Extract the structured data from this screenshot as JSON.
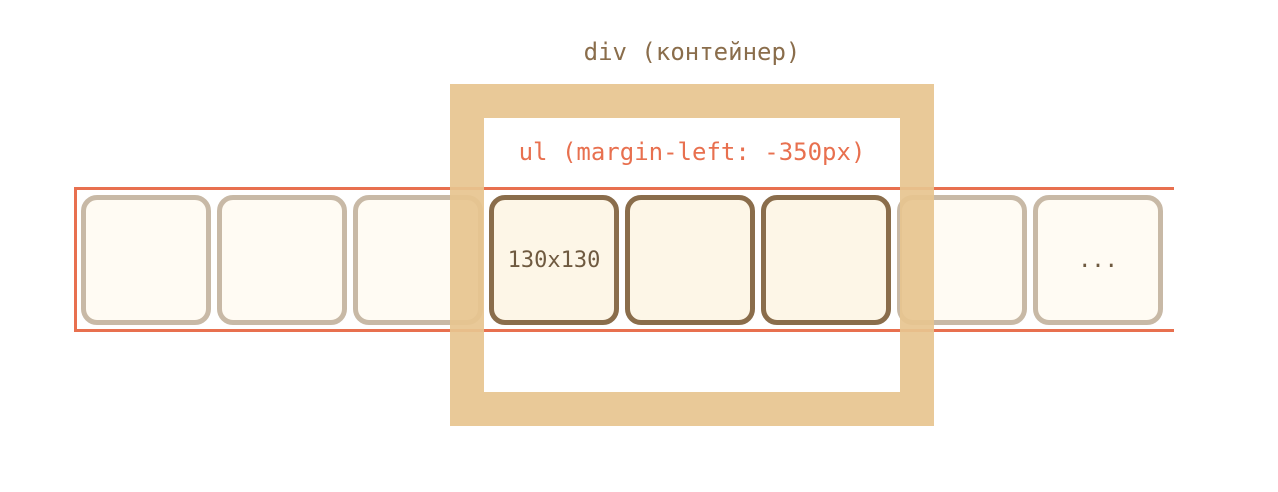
{
  "labels": {
    "container": "div (контейнер)",
    "list": "ul (margin-left: -350px)"
  },
  "cells": [
    {
      "text": "",
      "state": "hidden"
    },
    {
      "text": "",
      "state": "hidden"
    },
    {
      "text": "",
      "state": "hidden"
    },
    {
      "text": "130x130",
      "state": "visible"
    },
    {
      "text": "",
      "state": "visible"
    },
    {
      "text": "",
      "state": "visible"
    },
    {
      "text": "",
      "state": "hidden"
    },
    {
      "text": "...",
      "state": "hidden"
    }
  ],
  "colors": {
    "container_border": "#e7c48f",
    "list_border": "#e8704f",
    "cell_visible_border": "#8a6d4b",
    "cell_hidden_border": "#c8b9a6"
  }
}
